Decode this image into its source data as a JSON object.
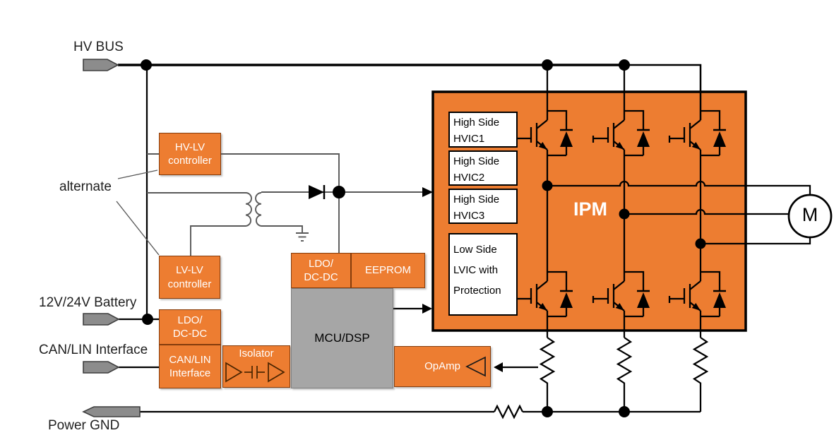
{
  "colors": {
    "orange": "#ED7D31",
    "orange_border": "#843C0C",
    "gray_block": "#A6A6A6",
    "gray_block_border": "#7F7F7F",
    "wire_gray": "#595959",
    "wire_black": "#000000",
    "connector_fill": "#8C8C8C",
    "connector_border": "#3F3F3F",
    "label_color": "#1F1F1F"
  },
  "labels": {
    "hv_bus": "HV BUS",
    "alternate": "alternate",
    "battery": "12V/24V Battery",
    "can_lin": "CAN/LIN Interface",
    "power_gnd": "Power GND"
  },
  "blocks": {
    "hv_lv_controller": {
      "line1": "HV-LV",
      "line2": "controller"
    },
    "lv_lv_controller": {
      "line1": "LV-LV",
      "line2": "controller"
    },
    "ldo_battery": {
      "line1": "LDO/",
      "line2": "DC-DC"
    },
    "can_lin_interface": {
      "line1": "CAN/LIN",
      "line2": "Interface"
    },
    "isolator": {
      "label": "Isolator"
    },
    "ldo_mcu": {
      "line1": "LDO/",
      "line2": "DC-DC"
    },
    "eeprom": {
      "label": "EEPROM"
    },
    "mcu_dsp": {
      "label": "MCU/DSP"
    },
    "opamp": {
      "label": "OpAmp"
    },
    "ipm": {
      "label": "IPM"
    },
    "high_side_hvic1": {
      "line1": "High Side",
      "line2": "HVIC1"
    },
    "high_side_hvic2": {
      "line1": "High Side",
      "line2": "HVIC2"
    },
    "high_side_hvic3": {
      "line1": "High Side",
      "line2": "HVIC3"
    },
    "low_side_lvic": {
      "line1": "Low Side",
      "line2": "LVIC with",
      "line3": "Protection"
    },
    "motor": {
      "label": "M"
    }
  }
}
